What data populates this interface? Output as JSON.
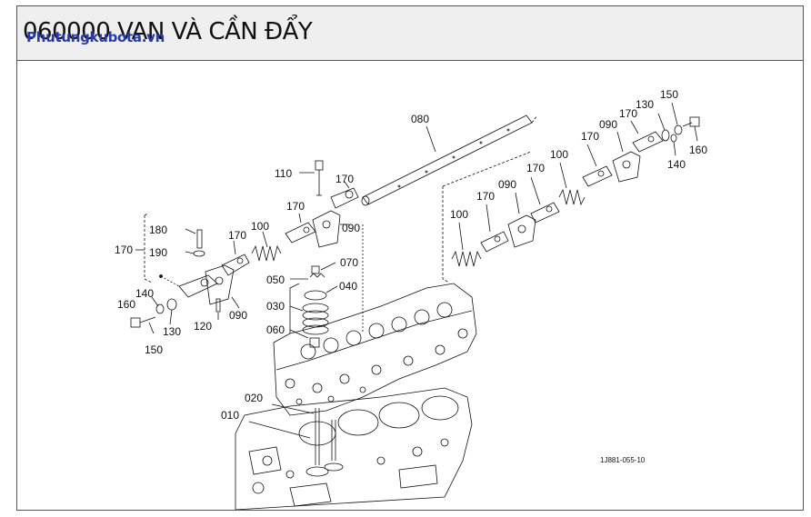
{
  "header": {
    "title": "060000 VAN VÀ CẦN ĐẨY",
    "watermark": "Phutungkubota.vn"
  },
  "diagram": {
    "reference_code": "1J881-055-10",
    "part_labels": {
      "l080": "080",
      "l110": "110",
      "l170_a": "170",
      "l170_b": "170",
      "l090_a": "090",
      "l100_a": "100",
      "l170_c": "170",
      "l180": "180",
      "l190": "190",
      "l170_bracket": "170",
      "l160_left": "160",
      "l140_left": "140",
      "l130_left": "130",
      "l150_left": "150",
      "l120": "120",
      "l090_b": "090",
      "l070": "070",
      "l050": "050",
      "l040": "040",
      "l030": "030",
      "l060": "060",
      "l020": "020",
      "l010": "010",
      "l100_b": "100",
      "l170_d": "170",
      "l090_c": "090",
      "l170_e": "170",
      "l100_c": "100",
      "l170_f": "170",
      "l090_d": "090",
      "l170_g": "170",
      "l130_right": "130",
      "l150_right": "150",
      "l140_right": "140",
      "l160_right": "160"
    }
  }
}
